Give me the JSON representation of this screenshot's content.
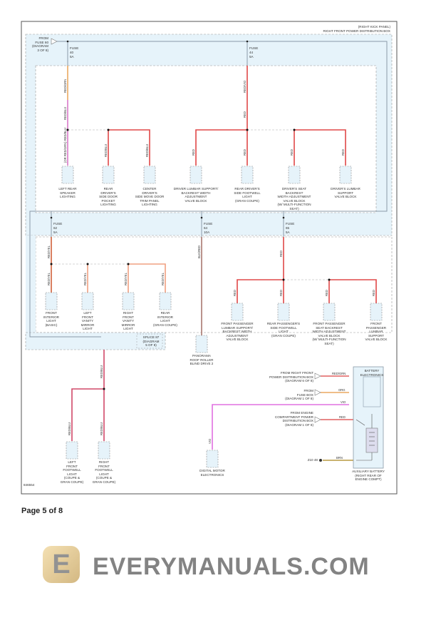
{
  "header": {
    "location": "(RIGHT KICK PANEL)",
    "box_name": "RIGHT FRONT POWER DISTRIBUTION BOX"
  },
  "from_fuse": {
    "text": "FROM\nFUSE 60\n(DIAGRAM\n3 OF 8)"
  },
  "fuses": [
    {
      "label": "FUSE",
      "num": "40",
      "amp": "5A"
    },
    {
      "label": "FUSE",
      "num": "44",
      "amp": "5A"
    },
    {
      "label": "FUSE",
      "num": "62",
      "amp": "5A"
    },
    {
      "label": "FUSE",
      "num": "64",
      "amp": "10A"
    },
    {
      "label": "FUSE",
      "num": "65",
      "amp": "5A"
    }
  ],
  "wires": {
    "red_grn": "RED/GRN",
    "red_blu": "RED/BLU",
    "or_red_grn": "(OR RED/GRN) RED/BLU",
    "red_vio": "RED/VIO",
    "red": "RED",
    "red_yel": "RED/YEL",
    "blk_red": "BLK/RED",
    "vio": "VIO",
    "org": "ORG",
    "brn": "BRN"
  },
  "components": {
    "left_rear_speaker": "LEFT REAR\nSPEAKER\nLIGHTING",
    "rear_driver_pocket": "REAR\nDRIVER'S\nSIDE DOOR\nPOCKET\nLIGHTING",
    "center_driver_trim": "CENTER\nDRIVER'S\nSIDE MOVE DOOR\nTRIM PANEL\nLIGHTING",
    "driver_lumbar_backrest": "DRIVER LUMBAR SUPPORT/\nBACKREST WIDTH\nADJUSTMENT\nVALVE BLOCK",
    "rear_driver_footwell": "REAR DRIVER'S\nSIDE FOOTWELL\nLIGHT\n(GRAN COUPE)",
    "driver_seat_backrest": "DRIVER'S SEAT\nBACKREST\nWIDTH ADJUSTMENT\nVALVE BLOCK\n(W/ MULTI-FUNCTION\nSEAT)",
    "driver_lumbar": "DRIVER'S LUMBAR\nSUPPORT\nVALVE BLOCK",
    "front_interior": "FRONT\nINTERIOR\nLIGHT\n(BASIC)",
    "left_vanity": "LEFT\nFRONT\nVANITY\nMIRROR\nLIGHT",
    "right_vanity": "RIGHT\nFRONT\nVANITY\nMIRROR\nLIGHT",
    "rear_interior": "REAR\nINTERIOR\nLIGHT\n(GRAN COUPE)",
    "panorama": "PANORAMA\nROOF ROLLER\nBLIND DRIVE 2",
    "fp_lumbar_backrest": "FRONT PASSENGER\nLUMBAR SUPPORT/\nBACKREST WIDTH\nADJUSTMENT\nVALVE BLOCK",
    "rear_pass_footwell": "REAR PASSENGER'S\nSIDE FOOTWELL\nLIGHT\n(GRAN COUPE)",
    "fp_seat_backrest": "FRONT PASSENGER\nSEAT BACKREST\nWIDTH ADJUSTMENT\nVALVE BLOCK\n(W/ MULTI-FUNCTION\nSEAT)",
    "fp_lumbar": "FRONT\nPASSENGER\nLUMBAR\nSUPPORT\nVALVE BLOCK",
    "splice87": "SPLICE 87\n(DIAGRAM\n5 OF 8)",
    "left_footwell": "LEFT\nFRONT\nFOOTWELL\nLIGHT\n(COUPE &\nGRAN COUPE)",
    "right_footwell": "RIGHT\nFRONT\nFOOTWELL\nLIGHT\n(COUPE &\nGRAN COUPE)",
    "dme": "DIGITAL MOTOR\nELECTRONICS",
    "battery_electronics": "BATTERY\nELECTRONICS",
    "aux_battery": "AUXILIARY BATTERY\n(RIGHT REAR OF\nENGINE COMPT)"
  },
  "sources": {
    "from_rfpdb": "FROM RIGHT FRONT\nPOWER DISTRIBUTION BOX\n(DIAGRAM 6 OF 8)",
    "from_fuse_box": "FROM\nFUSE BOX\n(DIAGRAM 1 OF 8)",
    "from_engine": "FROM ENGINE\nCOMPARTMENT POWER\nDISTRIBUTION BOX\n(DIAGRAM 1 OF 8)",
    "ground": "Z10 48"
  },
  "figure_id": "846554",
  "page": "Page 5 of 8",
  "watermark": "EVERYMANUALS.COM",
  "colors": {
    "red": "#e04848",
    "pink": "#d878c8",
    "orange": "#eaa860",
    "salmon": "#f0a080",
    "violet": "#e070e0",
    "brown": "#a87870",
    "box": "#e6f3fa"
  }
}
